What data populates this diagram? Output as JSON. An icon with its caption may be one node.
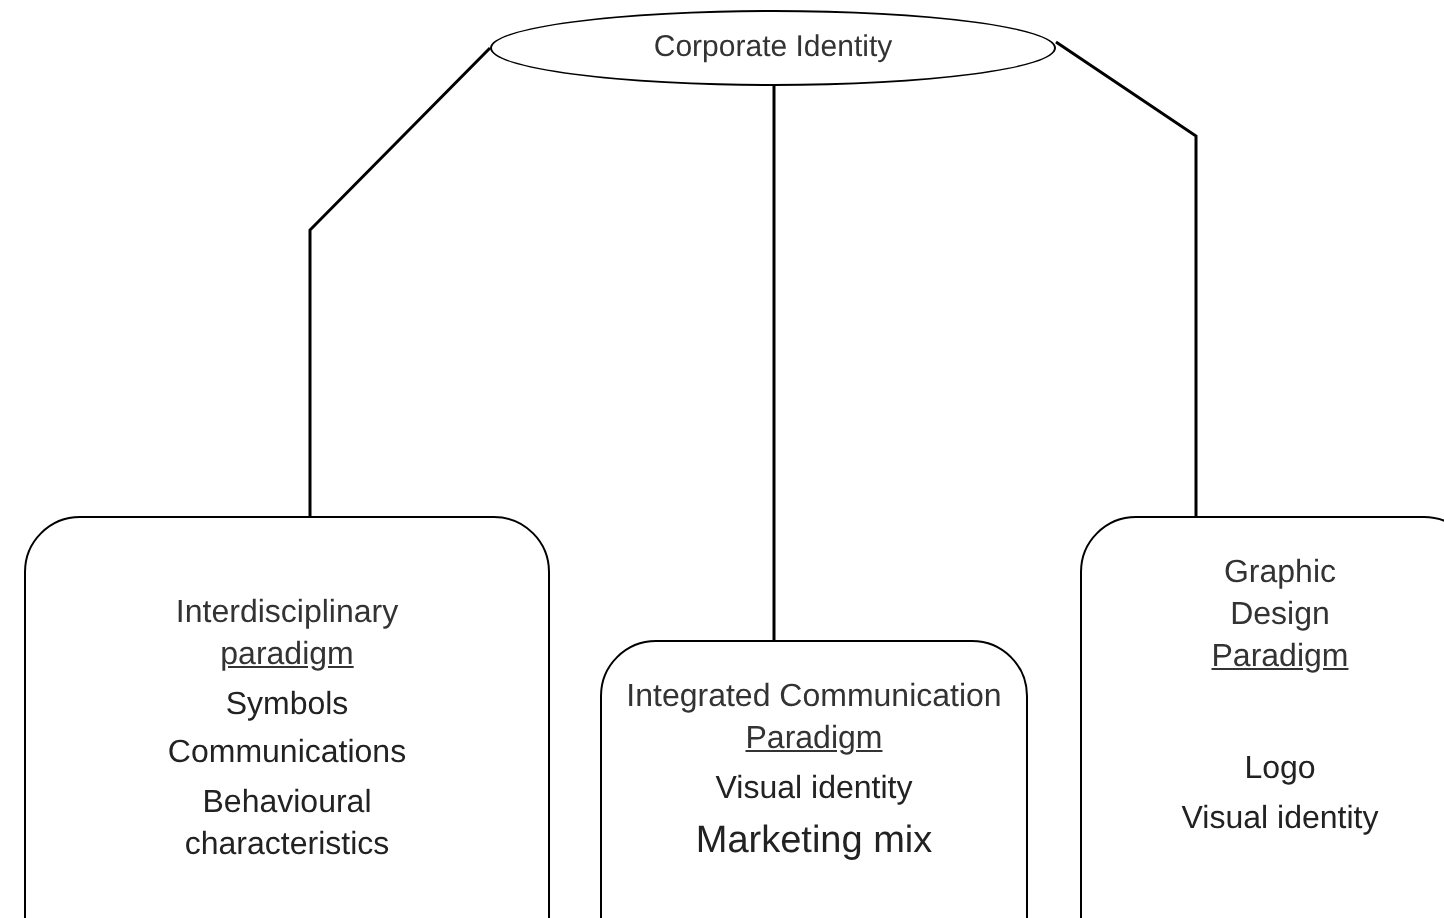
{
  "diagram": {
    "nodes": [
      {
        "text": [
          "Corporate Identity"
        ]
      },
      {
        "text": [
          "Interdisciplinary",
          "paradigm",
          "Symbols",
          "Communications",
          "Behavioural characteristics"
        ]
      },
      {
        "text": [
          "Integrated Communication",
          "Paradigm",
          "Visual identity",
          "Marketing mix"
        ]
      },
      {
        "text": [
          "Graphic Design",
          "Paradigm",
          "Logo",
          "Visual identity"
        ]
      }
    ],
    "edges": [
      {
        "from": 0,
        "to": 1,
        "arrow": "none"
      },
      {
        "from": 0,
        "to": 2,
        "arrow": "none"
      },
      {
        "from": 0,
        "to": 3,
        "arrow": "none"
      }
    ]
  }
}
